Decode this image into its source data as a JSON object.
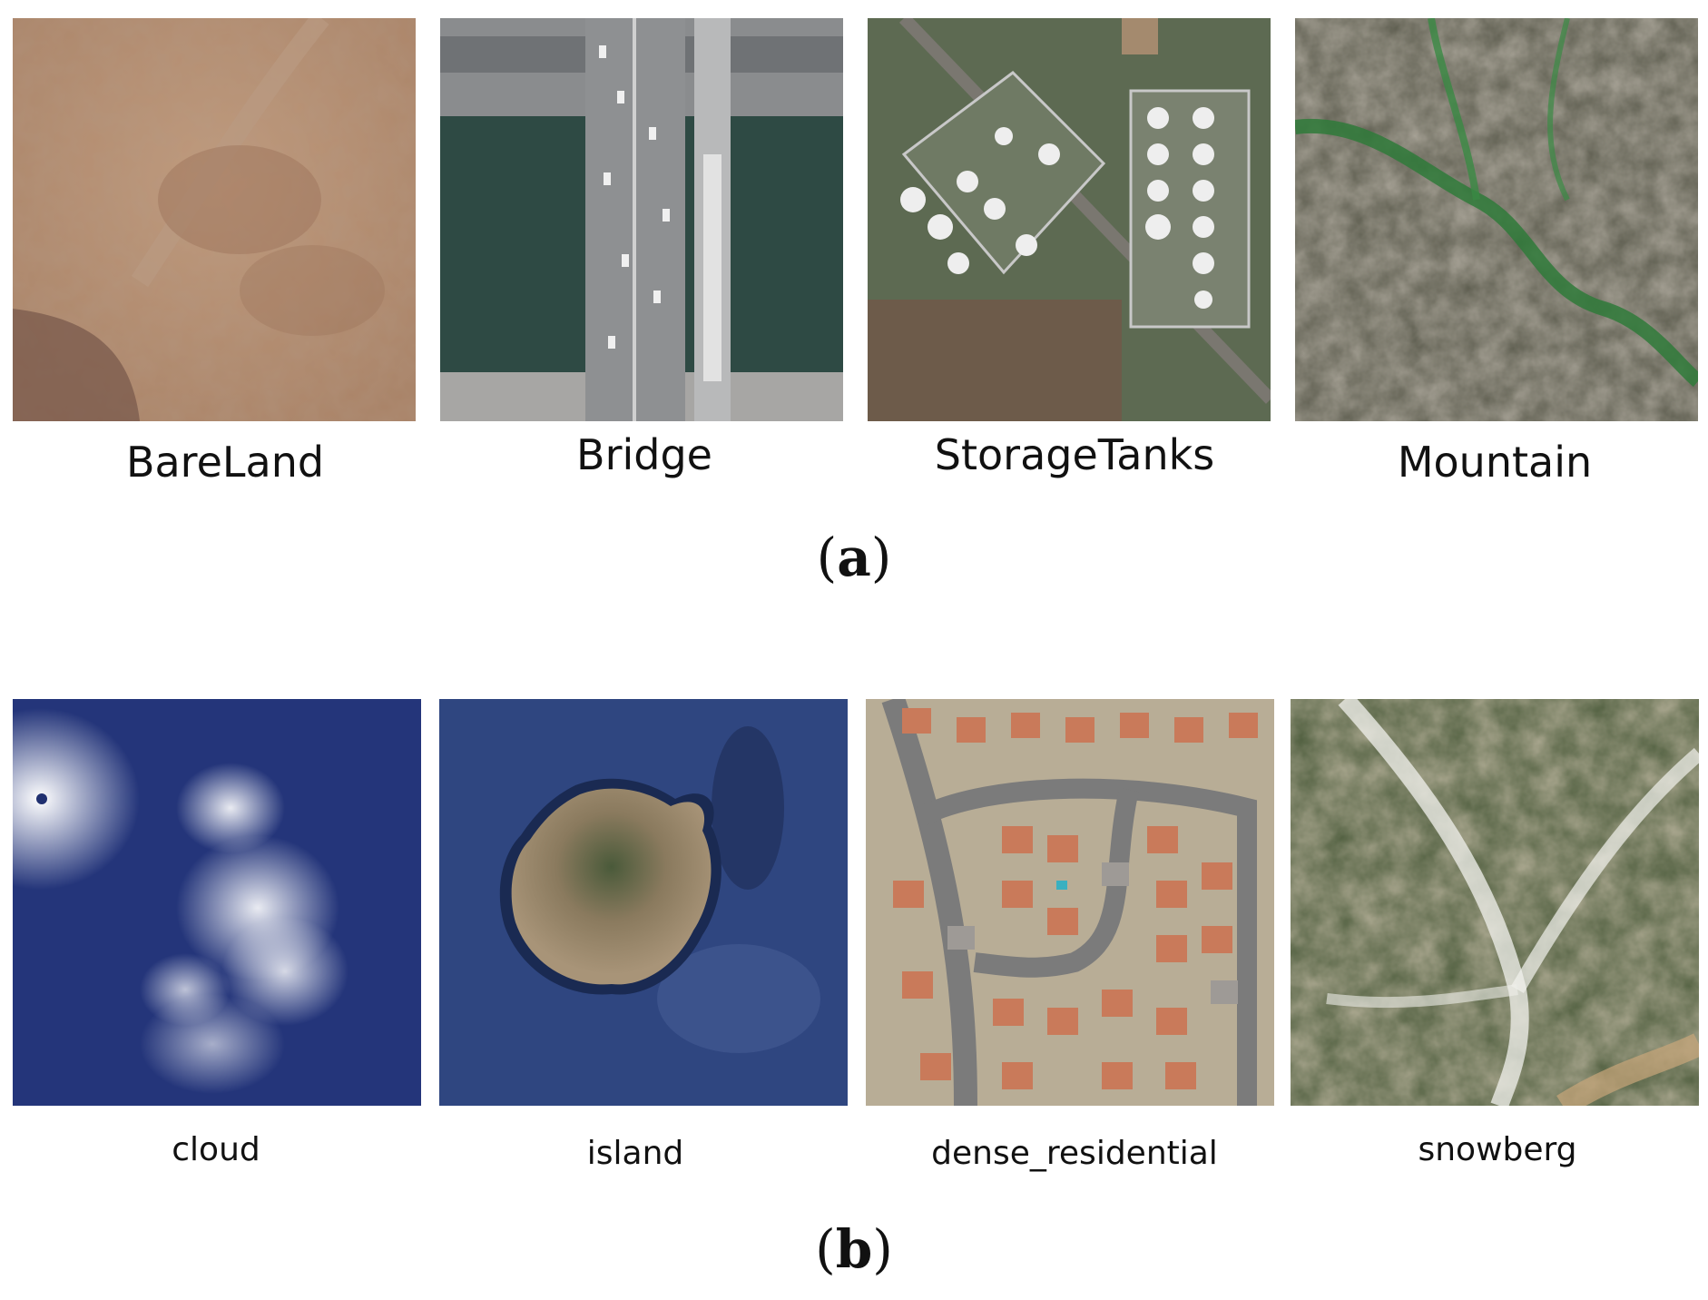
{
  "panel_a": {
    "label_open": "(",
    "label_letter": "a",
    "label_close": ")",
    "tiles": [
      {
        "caption": "BareLand"
      },
      {
        "caption": "Bridge"
      },
      {
        "caption": "StorageTanks"
      },
      {
        "caption": "Mountain"
      }
    ]
  },
  "panel_b": {
    "label_open": "(",
    "label_letter": "b",
    "label_close": ")",
    "tiles": [
      {
        "caption": "cloud"
      },
      {
        "caption": "island"
      },
      {
        "caption": "dense_residential"
      },
      {
        "caption": "snowberg"
      }
    ]
  }
}
